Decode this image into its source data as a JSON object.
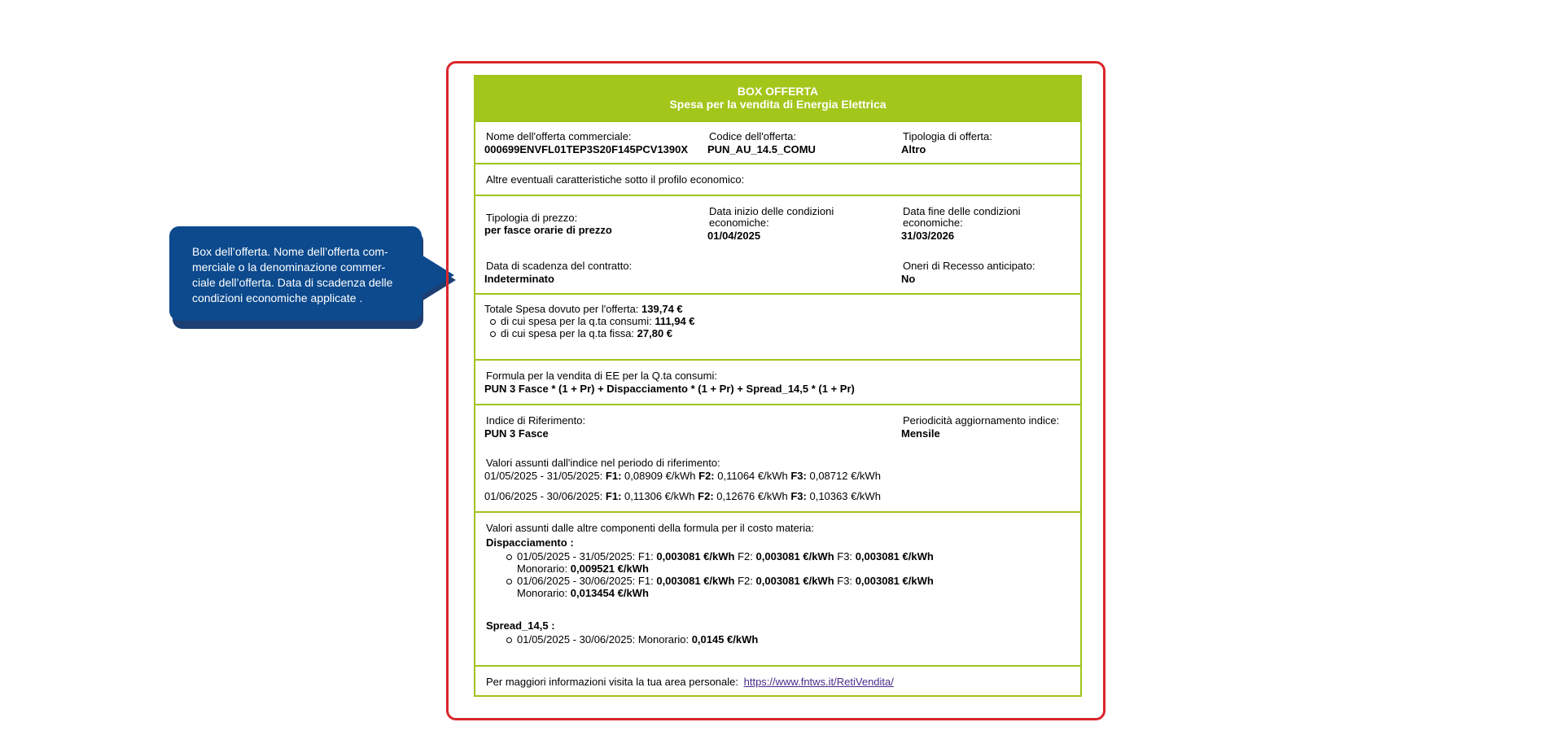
{
  "callout": {
    "text": "Box dell’offerta. Nome dell’offerta com-merciale o la denominazione commer-ciale dell’offerta. Data di scadenza delle condizioni economiche applicate ."
  },
  "header": {
    "line1": "BOX OFFERTA",
    "line2": "Spesa per la vendita di Energia Elettrica"
  },
  "offer": {
    "name_label": "Nome dell'offerta commerciale:",
    "name_value": "000699ENVFL01TEP3S20F145PCV1390X",
    "code_label": "Codice dell'offerta:",
    "code_value": "PUN_AU_14.5_COMU",
    "type_label": "Tipologia di offerta:",
    "type_value": "Altro"
  },
  "other_features": "Altre eventuali caratteristiche sotto il profilo economico:",
  "conditions": {
    "price_type_label": "Tipologia di prezzo:",
    "price_type_value": "per fasce orarie di prezzo",
    "start_label_1": "Data inizio delle condizioni",
    "start_label_2": "economiche:",
    "start_value": "01/04/2025",
    "end_label_1": "Data fine delle condizioni",
    "end_label_2": "economiche:",
    "end_value": "31/03/2026",
    "expiry_label": "Data di scadenza del contratto:",
    "expiry_value": "Indeterminato",
    "withdrawal_label": "Oneri di Recesso anticipato:",
    "withdrawal_value": "No"
  },
  "spend": {
    "total_label": "Totale Spesa dovuto per l'offerta:",
    "total_value": "139,74 €",
    "consumption_label": "di cui spesa per la q.ta consumi:",
    "consumption_value": "111,94 €",
    "fixed_label": "di cui spesa per la q.ta fissa:",
    "fixed_value": "27,80 €"
  },
  "formula": {
    "label": "Formula per la vendita di EE per la Q.ta consumi:",
    "value": "PUN 3 Fasce * (1 + Pr) + Dispacciamento * (1 + Pr) + Spread_14,5 * (1 + Pr)"
  },
  "index": {
    "ref_label": "Indice di Riferimento:",
    "ref_value": "PUN 3 Fasce",
    "period_label": "Periodicità aggiornamento indice:",
    "period_value": "Mensile",
    "values_label": "Valori assunti dall'indice nel periodo di riferimento:",
    "rows": [
      {
        "period": "01/05/2025 - 31/05/2025:",
        "f1": "0,08909 €/kWh",
        "f2": "0,11064 €/kWh",
        "f3": "0,08712 €/kWh"
      },
      {
        "period": "01/06/2025 - 30/06/2025:",
        "f1": "0,11306 €/kWh",
        "f2": "0,12676 €/kWh",
        "f3": "0,10363 €/kWh"
      }
    ],
    "f1_tag": "F1:",
    "f2_tag": "F2:",
    "f3_tag": "F3:"
  },
  "components": {
    "label": "Valori assunti dalle altre componenti della formula per il costo materia:",
    "dispatch_title": "Dispacciamento :",
    "dispatch_rows": [
      {
        "period": "01/05/2025 - 31/05/2025:",
        "f1": "0,003081 €/kWh",
        "f2": "0,003081 €/kWh",
        "f3": "0,003081 €/kWh",
        "mono": "0,009521 €/kWh"
      },
      {
        "period": "01/06/2025 - 30/06/2025:",
        "f1": "0,003081 €/kWh",
        "f2": "0,003081 €/kWh",
        "f3": "0,003081 €/kWh",
        "mono": "0,013454 €/kWh"
      }
    ],
    "f1_tag": "F1:",
    "f2_tag": "F2:",
    "f3_tag": "F3:",
    "mono_tag": "Monorario:",
    "spread_title": "Spread_14,5 :",
    "spread_row": {
      "period": "01/05/2025 - 30/06/2025:",
      "mono_tag": "Monorario:",
      "mono": "0,0145 €/kWh"
    }
  },
  "footer": {
    "label": "Per maggiori informazioni visita la tua area personale:",
    "link": "https://www.fntws.it/RetiVendita/"
  },
  "colors": {
    "header_green": "#a3c61a",
    "border_green": "#9fc41b",
    "frame_red": "#d9262b",
    "callout_blue": "#0c4a8d"
  }
}
